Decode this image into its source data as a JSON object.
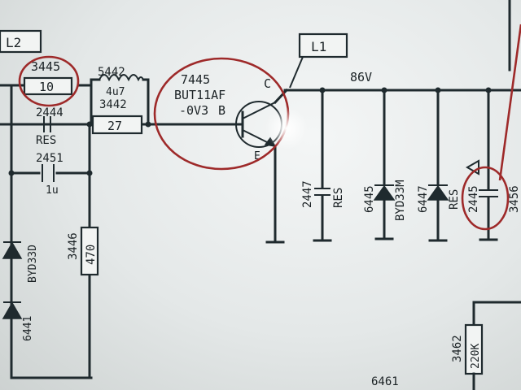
{
  "labels": {
    "l2_tag": "L2",
    "l1_tag": "L1",
    "r3445_ref": "3445",
    "r3445_val": "10",
    "c2444_ref": "2444",
    "c2444_val": "RES",
    "c2451_ref": "2451",
    "c2451_val": "1u",
    "l5442_ref": "5442",
    "l5442_val": "4u7",
    "r3442_ref": "3442",
    "r3442_val": "27",
    "q7445_ref": "7445",
    "q7445_type": "BUT11AF",
    "q7445_node": "-0V3",
    "pin_b": "B",
    "pin_c": "C",
    "pin_e": "E",
    "rail_voltage": "86V",
    "c2447_ref": "2447",
    "c2447_val": "RES",
    "d6445_ref": "6445",
    "d6445_type": "BYD33M",
    "d6447_ref": "6447",
    "d6447_val": "RES",
    "c2445_ref": "2445",
    "r3446_ref": "3446",
    "r3446_val": "470",
    "d_left_type": "BYD33D",
    "d_left2_ref": "6441",
    "r3462_ref": "3462",
    "r3462_val": "220K",
    "bottom_ref": "6461",
    "right_ref_a": "3456"
  },
  "colors": {
    "wire": "#1f2a2e",
    "marker": "#9e2a2a",
    "paper": "#e4e8e8"
  }
}
